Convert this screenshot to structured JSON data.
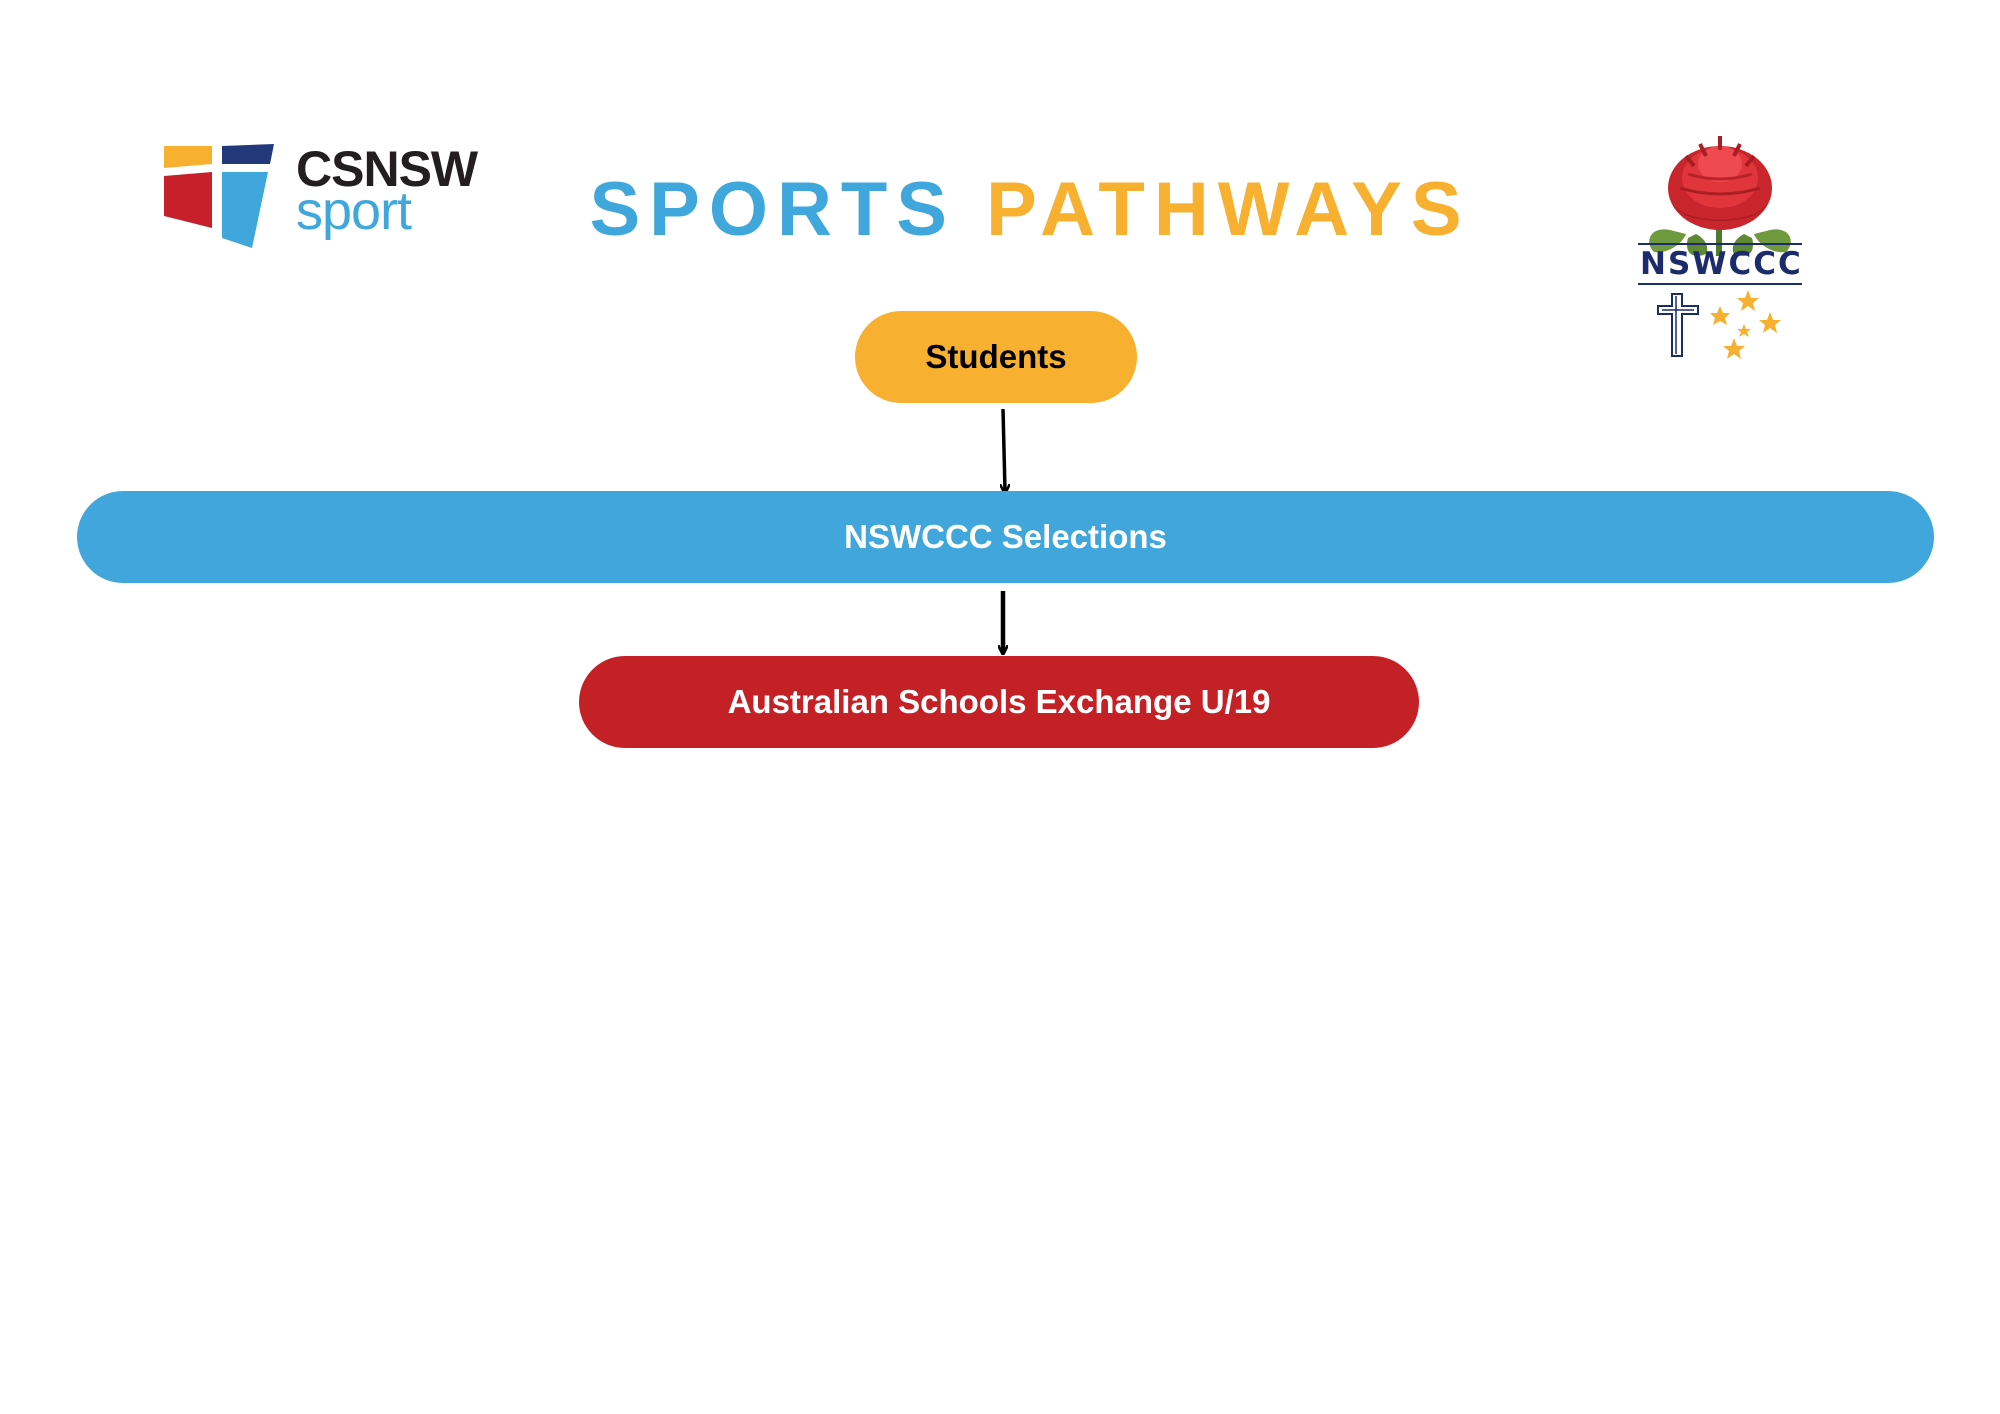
{
  "header": {
    "title_part1": "SPORTS",
    "title_part2": "PATHWAYS",
    "title_color1": "#3fa7dc",
    "title_color2": "#f7b02f"
  },
  "logos": {
    "csnsw": {
      "line1": "CSNSW",
      "line2": "sport",
      "line1_color": "#231f20",
      "line2_color": "#3fa7dc",
      "mark_colors": [
        "#f7b02f",
        "#223a7a",
        "#c8202a",
        "#3fa7dc"
      ]
    },
    "nswccc": {
      "name": "NSWCCC",
      "name_color": "#1b2b6b",
      "icons": [
        "waratah-flower-icon",
        "cross-icon",
        "southern-cross-stars-icon"
      ]
    }
  },
  "diagram": {
    "nodes": [
      {
        "id": "students",
        "label": "Students",
        "bg": "#f7b02f",
        "fg": "#000000"
      },
      {
        "id": "selections",
        "label": "NSWCCC Selections",
        "bg": "#40a6dc",
        "fg": "#ffffff"
      },
      {
        "id": "exchange",
        "label": "Australian Schools Exchange U/19",
        "bg": "#c42127",
        "fg": "#ffffff"
      }
    ],
    "edges": [
      {
        "from": "students",
        "to": "selections"
      },
      {
        "from": "selections",
        "to": "exchange"
      }
    ],
    "arrow_color": "#000000"
  }
}
